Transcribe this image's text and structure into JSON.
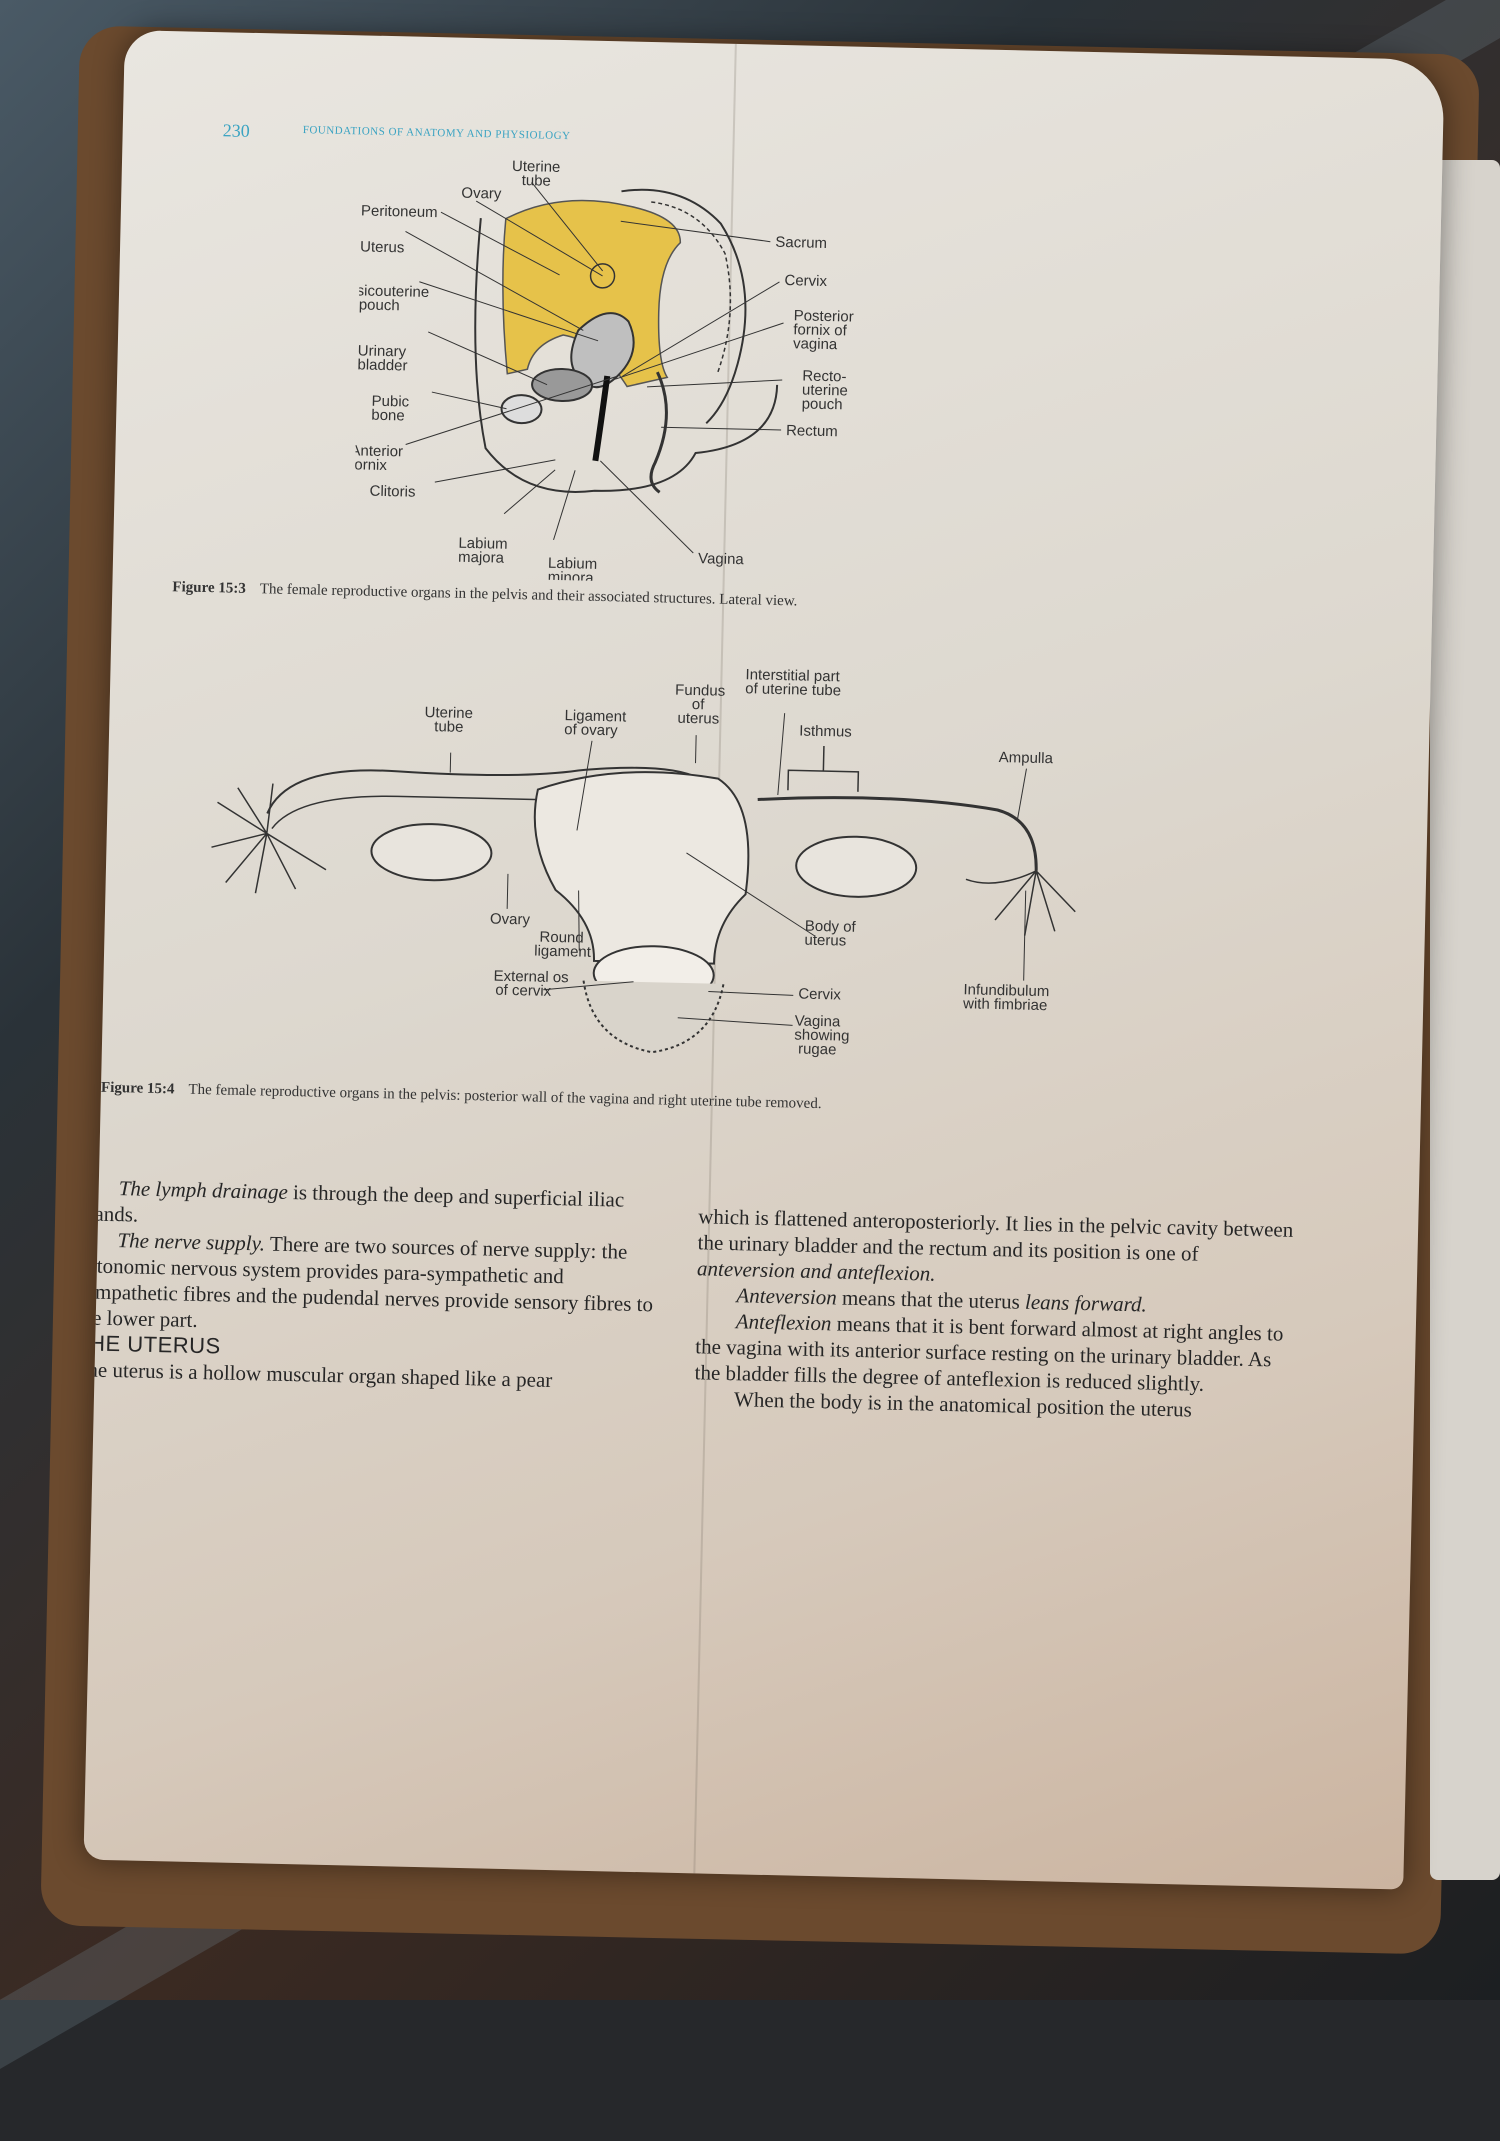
{
  "header": {
    "page_number": "230",
    "running_title": "FOUNDATIONS OF ANATOMY AND PHYSIOLOGY"
  },
  "figure_15_3": {
    "labels": {
      "ovary": "Ovary",
      "uterine_tube_1": "Uterine",
      "uterine_tube_2": "tube",
      "peritoneum": "Peritoneum",
      "uterus": "Uterus",
      "vesicouterine_1": "Vesicouterine",
      "vesicouterine_2": "pouch",
      "urinary_1": "Urinary",
      "urinary_2": "bladder",
      "pubic_1": "Pubic",
      "pubic_2": "bone",
      "anterior_1": "Anterior",
      "anterior_2": "fornix",
      "clitoris": "Clitoris",
      "labium_majora_1": "Labium",
      "labium_majora_2": "majora",
      "labium_minora_1": "Labium",
      "labium_minora_2": "minora",
      "vagina": "Vagina",
      "sacrum": "Sacrum",
      "cervix": "Cervix",
      "posterior_1": "Posterior",
      "posterior_2": "fornix of",
      "posterior_3": "vagina",
      "recto_1": "Recto-",
      "recto_2": "uterine",
      "recto_3": "pouch",
      "rectum": "Rectum"
    },
    "caption_label": "Figure 15:3",
    "caption_text": "The female reproductive organs in the pelvis and their associated structures. Lateral view."
  },
  "figure_15_4": {
    "labels": {
      "uterine_tube_1": "Uterine",
      "uterine_tube_2": "tube",
      "ligament_1": "Ligament",
      "ligament_2": "of ovary",
      "fundus_1": "Fundus",
      "fundus_2": "of",
      "fundus_3": "uterus",
      "interstitial_1": "Interstitial part",
      "interstitial_2": "of uterine tube",
      "isthmus": "Isthmus",
      "ampulla": "Ampulla",
      "ovary": "Ovary",
      "round_1": "Round",
      "round_2": "ligament",
      "body_1": "Body of",
      "body_2": "uterus",
      "external_1": "External os",
      "external_2": "of cervix",
      "cervix": "Cervix",
      "vagina_1": "Vagina",
      "vagina_2": "showing",
      "vagina_3": "rugae",
      "infundibulum_1": "Infundibulum",
      "infundibulum_2": "with fimbriae"
    },
    "caption_label": "Figure 15:4",
    "caption_text": "The female reproductive organs in the pelvis: posterior wall of the vagina and right uterine tube removed."
  },
  "body_text": {
    "left": {
      "p1_em": "The lymph drainage",
      "p1_rest": " is through the deep and superficial iliac glands.",
      "p2_em": "The nerve supply.",
      "p2_rest": " There are two sources of nerve supply: the autonomic nervous system provides para-sympathetic and sympathetic fibres and the pudendal nerves provide sensory fibres to the lower part.",
      "heading": "THE UTERUS",
      "p3": "The uterus is a hollow muscular organ shaped like a pear"
    },
    "right": {
      "p1_a": "which is flattened anteroposteriorly. It lies in the pelvic cavity between the urinary bladder and the rectum and its position is one of ",
      "p1_em": "anteversion and anteflexion.",
      "p2_em": "Anteversion",
      "p2_a": " means that the uterus ",
      "p2_em2": "leans forward.",
      "p3_em": "Anteflexion",
      "p3_a": " means that it is bent forward almost at right angles to the vagina with its anterior surface resting on the urinary bladder. As the bladder fills the degree of anteflexion is reduced slightly.",
      "p4": "When the body is in the anatomical position the uterus"
    }
  }
}
